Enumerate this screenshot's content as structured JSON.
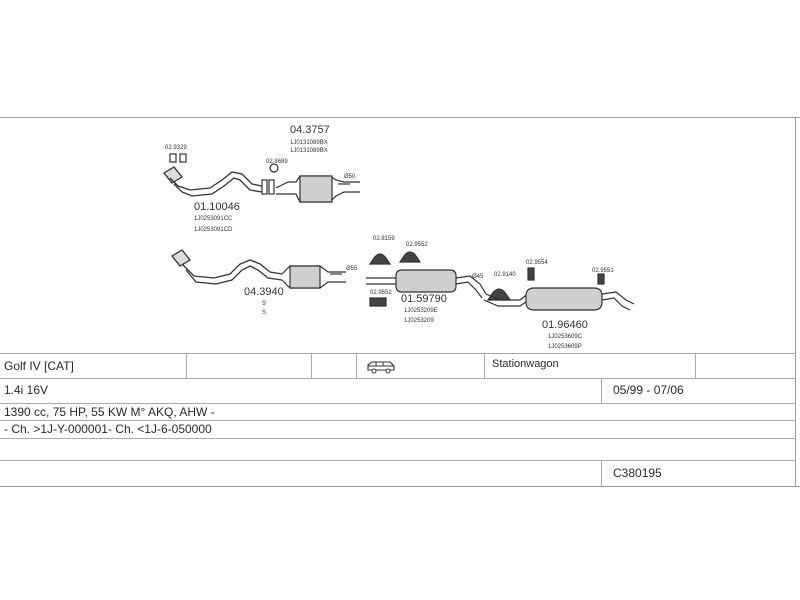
{
  "parts": {
    "p1": {
      "number": "04.3757",
      "codes": [
        "1J0131089BX",
        "1J0131089BX"
      ]
    },
    "p2": {
      "number": "01.10046",
      "codes": [
        "1J0253091CC",
        "1J0253091CD"
      ]
    },
    "p3": {
      "number": "04.3940",
      "codes": [
        "S",
        "S"
      ]
    },
    "p4": {
      "number": "01.59790",
      "codes": [
        "1J0253209E",
        "1J0253209"
      ]
    },
    "p5": {
      "number": "01.96460",
      "codes": [
        "1J0253609C",
        "1J0253609P"
      ]
    }
  },
  "small_parts": {
    "s1": "02.9329",
    "s2": "02.8689",
    "s3": "02.8159",
    "s4": "02.9552",
    "s5": "02.9552",
    "s6": "02.9140",
    "s7": "02.9554",
    "s8": "02.9551"
  },
  "dims": {
    "d1": "Ø50",
    "d2": "Ø55",
    "d3": "Ø45"
  },
  "vehicle": {
    "model": "Golf IV  [CAT]",
    "body_type": "Stationwagon",
    "body_icon": "station-wagon-icon",
    "engine": "1.4i 16V",
    "period": "05/99 - 07/06",
    "details": "1390 cc, 75 HP, 55 KW M° AKQ, AHW -",
    "chassis": "- Ch. >1J-Y-000001- Ch. <1J-6-050000",
    "code": "C380195"
  }
}
